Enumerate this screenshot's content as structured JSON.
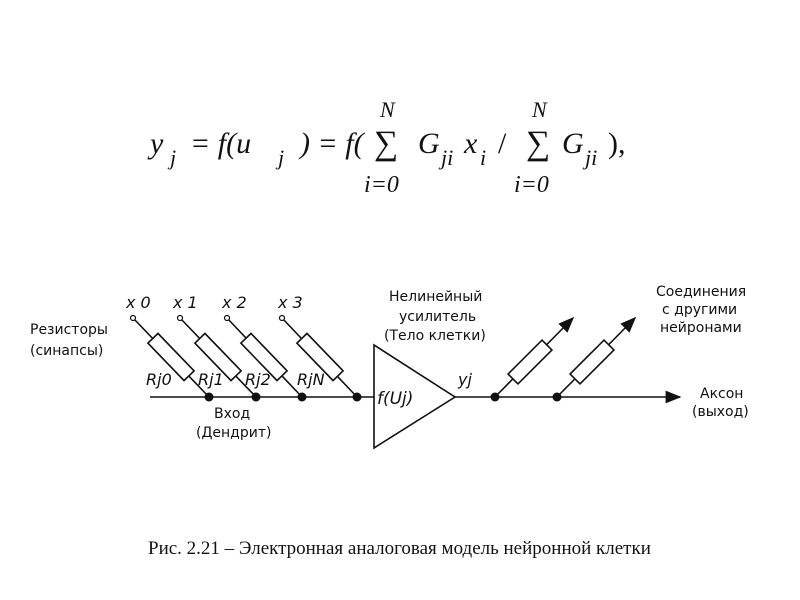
{
  "formula": {
    "lhs": "y",
    "lhs_sub": "j",
    "eq1": "= f(u",
    "u_sub": "j",
    "eq2": ") = f(",
    "sum1_top": "N",
    "sum1_bottom": "i=0",
    "term1": "G",
    "term1_sub": "ji",
    "term1b": "x",
    "term1b_sub": "i",
    "slash": "/",
    "sum2_top": "N",
    "sum2_bottom": "i=0",
    "term2": "G",
    "term2_sub": "ji",
    "end": "),",
    "sigma": "∑"
  },
  "diagram": {
    "resistors_label": [
      "Резисторы",
      "(синапсы)"
    ],
    "inputs": [
      "x 0",
      "x 1",
      "x 2",
      "x 3"
    ],
    "resistor_names": [
      "Rj0",
      "Rj1",
      "Rj2",
      "RjN"
    ],
    "input_label": [
      "Вход",
      "(Дендрит)"
    ],
    "amplifier_label": [
      "Нелинейный",
      "усилитель",
      "(Тело клетки)"
    ],
    "amplifier_function": "f(Uj)",
    "output_var": "yj",
    "connections_label": [
      "Соединения",
      "с другими",
      "нейронами"
    ],
    "axon_label": [
      "Аксон",
      "(выход)"
    ]
  },
  "caption": "Рис. 2.21 – Электронная аналоговая модель нейронной клетки"
}
